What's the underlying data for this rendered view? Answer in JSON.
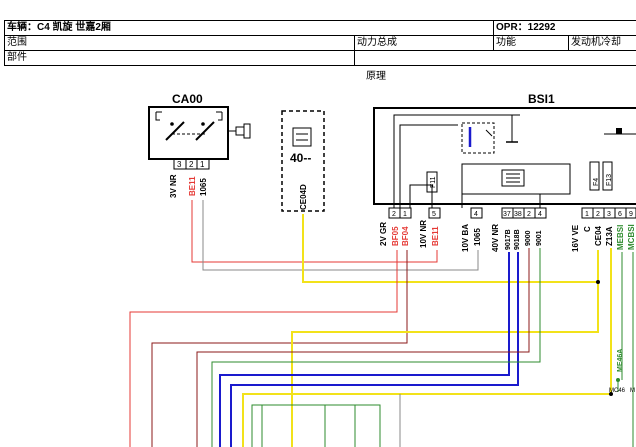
{
  "header": {
    "vehicle": "车辆：C4 凯旋  世嘉2厢",
    "opr": "OPR：12292",
    "scope_label": "范围",
    "group": "动力总成",
    "function_label": "功能",
    "function_value": "发动机冷却",
    "parts_label": "部件",
    "doc_type": "原理"
  },
  "components": {
    "ca00": {
      "name": "CA00",
      "pins": [
        "3",
        "2",
        "1"
      ],
      "connector": "3V NR",
      "wires": [
        "BE11",
        "1065"
      ]
    },
    "ce04d_box": {
      "code": "40--",
      "wire": "CE04D"
    },
    "bsi1": {
      "name": "BSI1",
      "fuse_labels": [
        "F11",
        "F4",
        "F13"
      ],
      "connector_groups": [
        {
          "connector": "2V GR",
          "pins": [
            "2",
            "1"
          ],
          "wires": [
            "BF05",
            "BF04"
          ]
        },
        {
          "connector": "10V NR",
          "pins": [
            "5"
          ],
          "wires": [
            "BE11"
          ]
        },
        {
          "connector": "10V BA",
          "pins": [
            "4"
          ],
          "wires": [
            "1065"
          ]
        },
        {
          "connector": "40V NR",
          "pins": [
            "37",
            "38",
            "2",
            "4"
          ],
          "wires": [
            "9017B",
            "9018B",
            "9000",
            "9001"
          ]
        },
        {
          "connector": "16V VE",
          "pins": [
            "1",
            "2",
            "3",
            "6",
            "9"
          ],
          "wires": [
            "C",
            "CE04",
            "Z13A",
            "MEBSI",
            "MCBSI"
          ]
        }
      ]
    },
    "lower_labels": [
      "ME46A",
      "MC46",
      "M"
    ]
  },
  "colors": {
    "red": "#e53935",
    "dark_red": "#8b1a1a",
    "yellow": "#f2e21a",
    "blue": "#1a1acd",
    "green": "#2e8b2e",
    "grey": "#888888"
  }
}
